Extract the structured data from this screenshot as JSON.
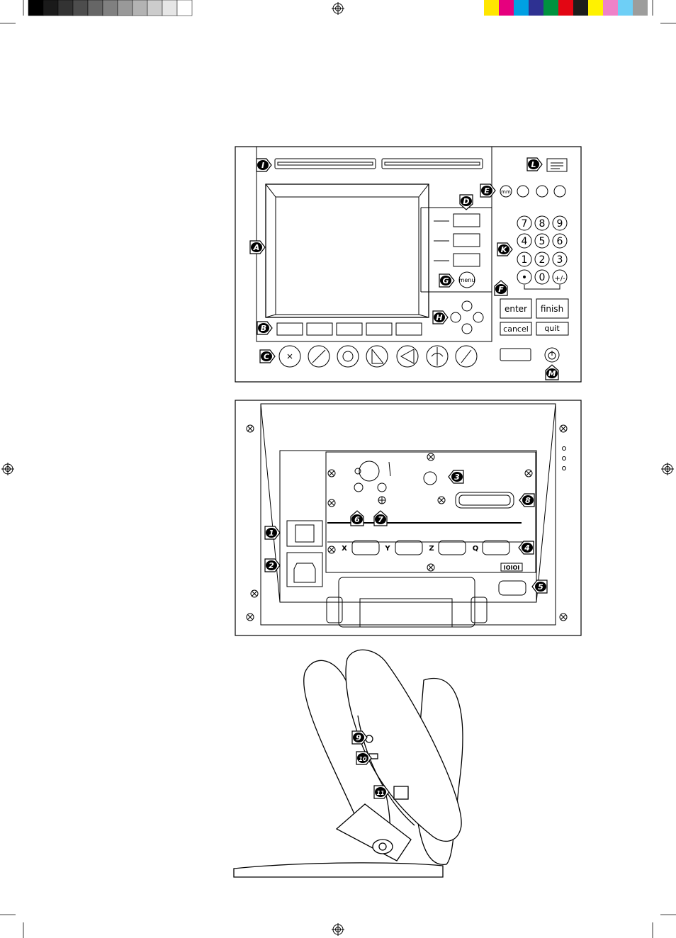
{
  "color_bar": {
    "grays": [
      "#000000",
      "#1a1a1a",
      "#333333",
      "#4d4d4d",
      "#666666",
      "#808080",
      "#999999",
      "#b3b3b3",
      "#cccccc",
      "#e6e6e6",
      "#ffffff"
    ],
    "colors": [
      "#ffe600",
      "#e6007e",
      "#00a0e3",
      "#2e3192",
      "#00923f",
      "#e30613",
      "#1d1d1b",
      "#fff200",
      "#ee82c8",
      "#6ecff6",
      "#9d9d9c"
    ]
  },
  "front_panel": {
    "callouts": {
      "A": "A",
      "B": "B",
      "C": "C",
      "D": "D",
      "E": "E",
      "F": "F",
      "G": "G",
      "H": "H",
      "I": "I",
      "K": "K",
      "L": "L",
      "M": "M"
    },
    "keypad": [
      "7",
      "8",
      "9",
      "4",
      "5",
      "6",
      "1",
      "2",
      "3",
      "•",
      "0",
      "+/-"
    ],
    "menu_label": "menu",
    "mm_label": "mm",
    "enter_label": "enter",
    "finish_label": "finish",
    "cancel_label": "cancel",
    "quit_label": "quit"
  },
  "rear_panel": {
    "callouts": {
      "n1": "1",
      "n2": "2",
      "n3": "3",
      "n4": "4",
      "n5": "5",
      "n6": "6",
      "n7": "7",
      "n8": "8"
    },
    "axis_labels": [
      "X",
      "Y",
      "Z",
      "Q"
    ],
    "serial_label": "IOIOI"
  },
  "side_view": {
    "callouts": {
      "n9": "9",
      "n10": "10",
      "n11": "11"
    }
  }
}
